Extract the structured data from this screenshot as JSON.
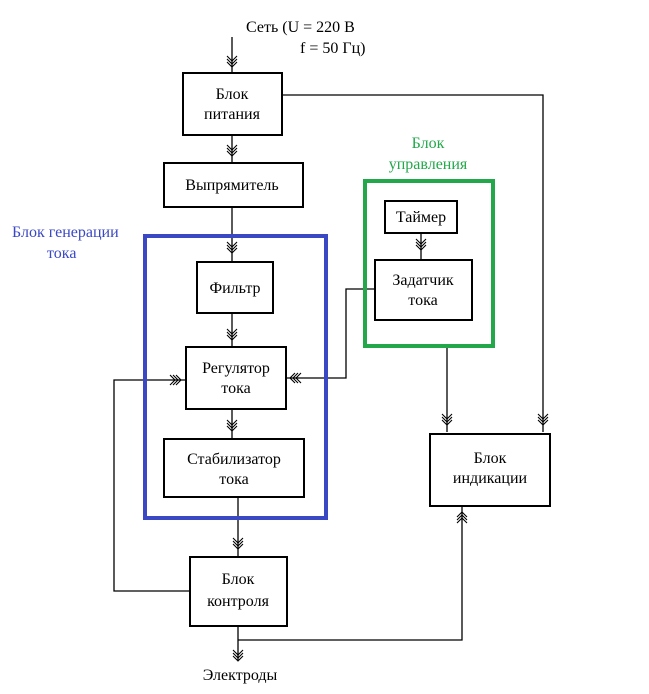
{
  "input": {
    "line1": "Сеть (U = 220 В",
    "line2": "f = 50 Гц)"
  },
  "output": {
    "label": "Электроды"
  },
  "groups": {
    "generation": {
      "line1": "Блок генерации",
      "line2": "тока",
      "color": "#3a48c4"
    },
    "control": {
      "line1": "Блок",
      "line2": "управления",
      "color": "#22a84a"
    }
  },
  "blocks": {
    "power": {
      "line1": "Блок",
      "line2": "питания"
    },
    "rectifier": {
      "line1": "Выпрямитель"
    },
    "filter": {
      "line1": "Фильтр"
    },
    "regulator": {
      "line1": "Регулятор",
      "line2": "тока"
    },
    "stabilizer": {
      "line1": "Стабилизатор",
      "line2": "тока"
    },
    "monitor": {
      "line1": "Блок",
      "line2": "контроля"
    },
    "timer": {
      "line1": "Таймер"
    },
    "setter": {
      "line1": "Задатчик",
      "line2": "тока"
    },
    "indicator": {
      "line1": "Блок",
      "line2": "индикации"
    }
  }
}
